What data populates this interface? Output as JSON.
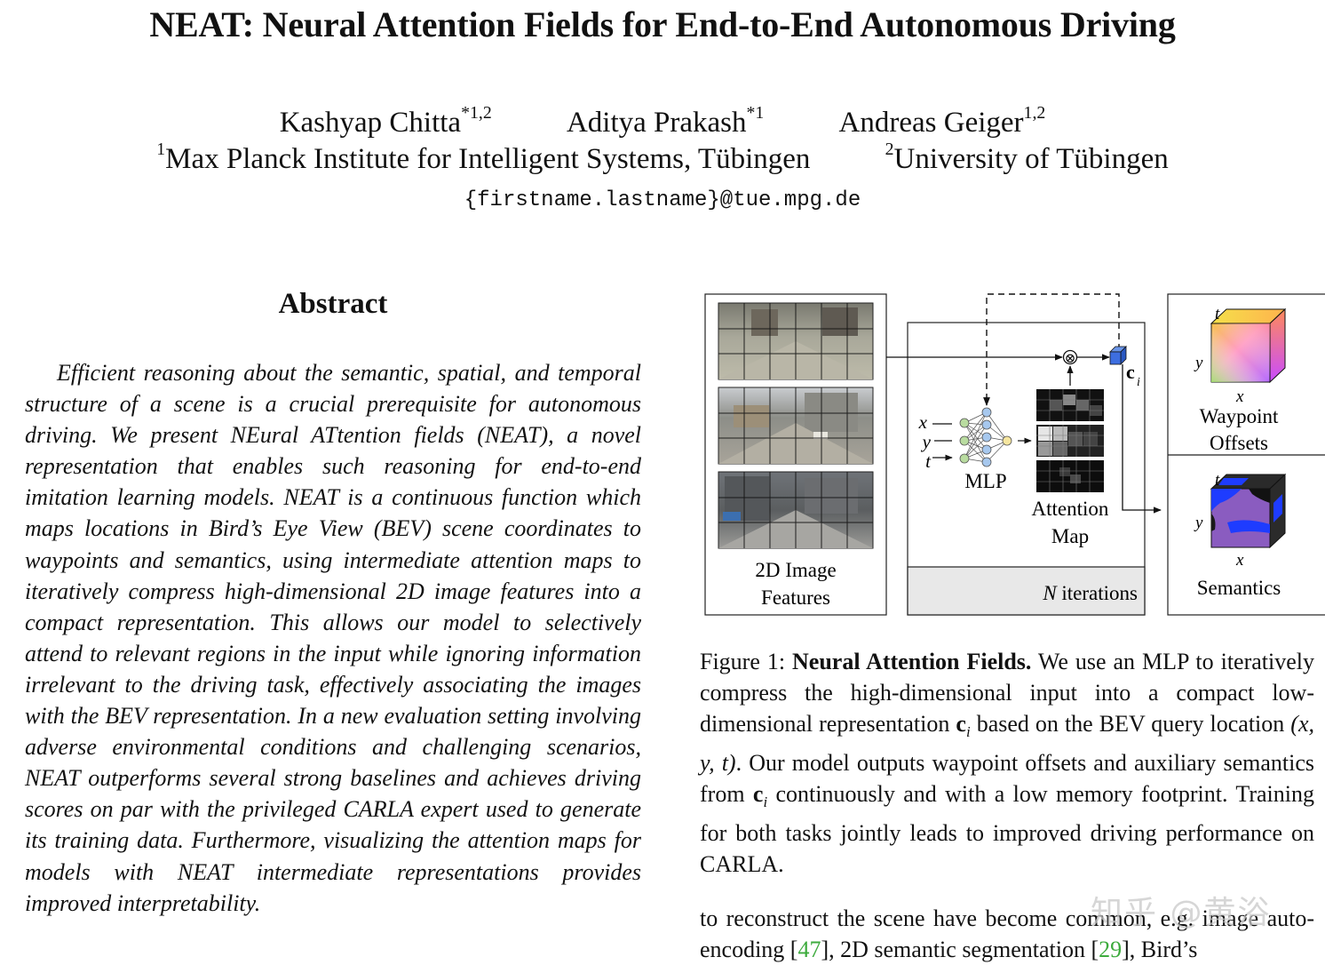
{
  "paper": {
    "title": "NEAT: Neural Attention Fields for End-to-End Autonomous Driving",
    "authors": [
      {
        "name": "Kashyap Chitta",
        "marks": "*1,2"
      },
      {
        "name": "Aditya Prakash",
        "marks": "*1"
      },
      {
        "name": "Andreas Geiger",
        "marks": "1,2"
      }
    ],
    "affiliations": [
      {
        "mark": "1",
        "name": "Max Planck Institute for Intelligent Systems, Tübingen"
      },
      {
        "mark": "2",
        "name": "University of Tübingen"
      }
    ],
    "email": "{firstname.lastname}@tue.mpg.de"
  },
  "abstract": {
    "heading": "Abstract",
    "text": "Efficient reasoning about the semantic, spatial, and tem­poral structure of a scene is a crucial prerequisite for autonomous driving. We present NEural ATtention fields (NEAT), a novel representation that enables such reasoning for end-to-end imitation learning models. NEAT is a con­tinuous function which maps locations in Bird’s Eye View (BEV) scene coordinates to waypoints and semantics, using intermediate attention maps to iteratively compress high-dimensional 2D image features into a compact representa­tion. This allows our model to selectively attend to rele­vant regions in the input while ignoring information irrele­vant to the driving task, effectively associating the images with the BEV representation. In a new evaluation setting in­volving adverse environmental conditions and challenging scenarios, NEAT outperforms several strong baselines and achieves driving scores on par with the privileged CARLA expert used to generate its training data. Furthermore, vi­sualizing the attention maps for models with NEAT inter­mediate representations provides improved interpretability."
  },
  "figure": {
    "labels": {
      "image_features_line1": "2D Image",
      "image_features_line2": "Features",
      "input_x": "x",
      "input_y": "y",
      "input_t": "t",
      "mlp": "MLP",
      "attention_line1": "Attention",
      "attention_line2": "Map",
      "n_symbol": "N",
      "iterations": " iterations",
      "c": "c",
      "c_sub": "i",
      "otimes": "⊗",
      "waypoint_line1": "Waypoint",
      "waypoint_line2": "Offsets",
      "semantics": "Semantics",
      "axis_t": "t",
      "axis_y": "y",
      "axis_x": "x"
    }
  },
  "caption": {
    "prefix": "Figure 1: ",
    "bold": "Neural Attention Fields.",
    "part1": " We use an MLP to iter­atively compress the high-dimensional input into a compact low-dimensional representation ",
    "c": "c",
    "c_sub": "i",
    "part2": " based on the BEV query location ",
    "loc": "(x, y, t)",
    "part3": ". Our model outputs waypoint offsets and auxiliary semantics from ",
    "part4": " continuously and with a low memory footprint. Training for both tasks jointly leads to improved driving performance on CARLA."
  },
  "body": {
    "text1": "to reconstruct the scene have become common, e.g. image auto-encoding [",
    "cite1": "47",
    "text2": "], 2D semantic segmentation [",
    "cite2": "29",
    "text3": "], Bird’s"
  },
  "watermark": "知乎 @黄浴"
}
